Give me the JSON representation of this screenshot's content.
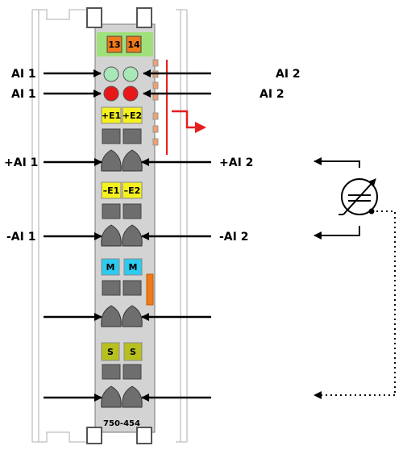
{
  "module": {
    "model_number": "750-454",
    "top_tags": [
      "13",
      "14"
    ],
    "led_tags_row": [
      "AI 1",
      "AI 2"
    ],
    "plus_tags": [
      "+E1",
      "+E2"
    ],
    "minus_tags": [
      "–E1",
      "–E2"
    ],
    "m_tags": [
      "M",
      "M"
    ],
    "s_tags": [
      "S",
      "S"
    ]
  },
  "signals": {
    "left_led_top": "AI 1",
    "left_led_bottom": "AI 1",
    "right_led_top": "AI 2",
    "right_led_bottom": "AI 2",
    "left_plus": "+AI 1",
    "right_plus": "+AI 2",
    "left_minus": "-AI 1",
    "right_minus": "-AI 2"
  },
  "colors": {
    "top_tag_bg": "#F07A1A",
    "top_header_bg": "#9FE07A",
    "led_green": "#A8E8B8",
    "led_red": "#E81818",
    "tag_yellow": "#F5F020",
    "tag_cyan": "#2ECBF0",
    "tag_olive": "#B8C020",
    "module_grey": "#D3D3D3",
    "terminal_dark": "#6E6E6E",
    "arrow_red": "#E61E1E"
  },
  "icons": {
    "sensor": "adjustable-sensor-icon"
  }
}
